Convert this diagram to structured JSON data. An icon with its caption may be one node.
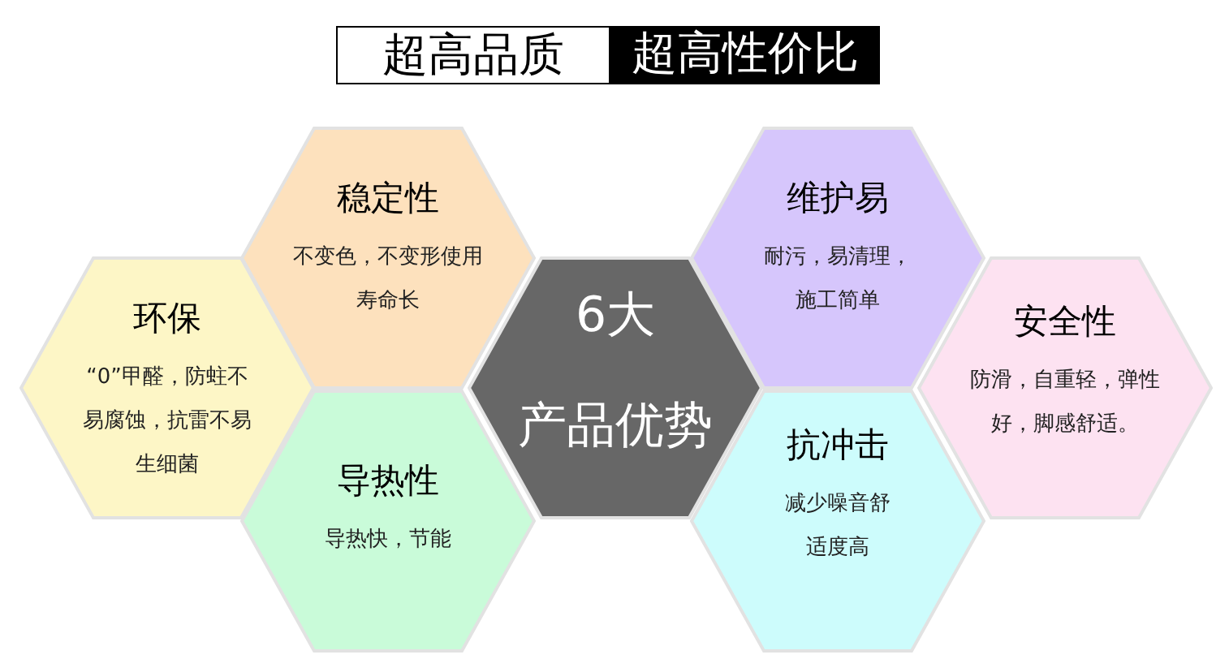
{
  "diagram": {
    "nodes": [
      {
        "text": [
          "超高品质"
        ]
      },
      {
        "text": [
          "超高性价比"
        ]
      },
      {
        "text": [
          "环保",
          "“0”甲醛，防蛀不易腐蚀，抗雷不易生细菌"
        ]
      },
      {
        "text": [
          "稳定性",
          "不变色，不变形使用寿命长"
        ]
      },
      {
        "text": [
          "导热性",
          "导热快，节能"
        ]
      },
      {
        "text": [
          "6大",
          "产品优势"
        ]
      },
      {
        "text": [
          "维护易",
          "耐污，易清理，施工简单"
        ]
      },
      {
        "text": [
          "抗冲击",
          "减少噪音舒适度高"
        ]
      },
      {
        "text": [
          "安全性",
          "防滑，自重轻，弹性好，脚感舒适。"
        ]
      }
    ],
    "edges": []
  }
}
